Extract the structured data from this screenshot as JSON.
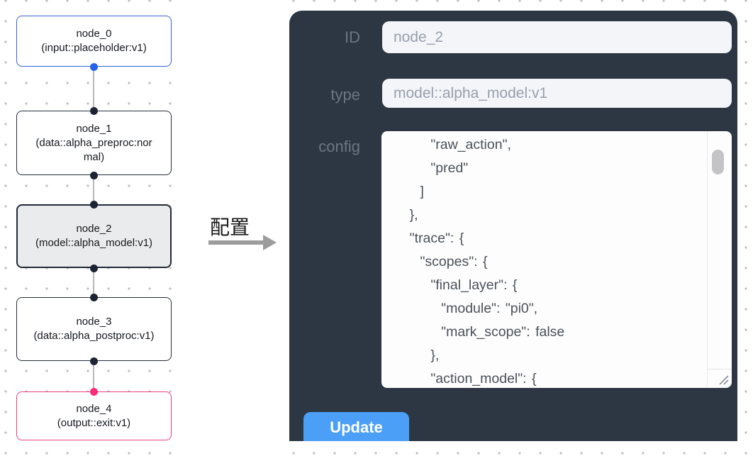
{
  "flow": {
    "nodes": [
      {
        "title": "node_0",
        "subtitle": "(input::placeholder:v1)",
        "role": "input"
      },
      {
        "title": "node_1",
        "subtitle": "(data::alpha_preproc:normal)",
        "role": "processor"
      },
      {
        "title": "node_2",
        "subtitle": "(model::alpha_model:v1)",
        "role": "model-selected"
      },
      {
        "title": "node_3",
        "subtitle": "(data::alpha_postproc:v1)",
        "role": "processor"
      },
      {
        "title": "node_4",
        "subtitle": "(output::exit:v1)",
        "role": "output"
      }
    ]
  },
  "annotation": {
    "label": "配置"
  },
  "panel": {
    "id_field": {
      "label": "ID",
      "value": "node_2"
    },
    "type_field": {
      "label": "type",
      "value": "model::alpha_model:v1"
    },
    "config_field": {
      "label": "config",
      "value": "        \"raw_action\",\n        \"pred\"\n      ]\n    },\n    \"trace\": {\n      \"scopes\": {\n        \"final_layer\": {\n          \"module\": \"pi0\",\n          \"mark_scope\": false\n        },\n        \"action_model\": {"
    },
    "update_button": "Update"
  },
  "colors": {
    "panel_background": "#2d3743",
    "update_button_blue": "#4c9ff7",
    "input_node_blue": "#3565d6",
    "output_node_pink": "#ec3d82",
    "selected_node_gray": "#eaebec",
    "handle_dark": "#1c2434",
    "handle_blue": "#2563e8",
    "handle_pink": "#fb2d79",
    "canvas_dot_gray": "#bfc1c6"
  }
}
